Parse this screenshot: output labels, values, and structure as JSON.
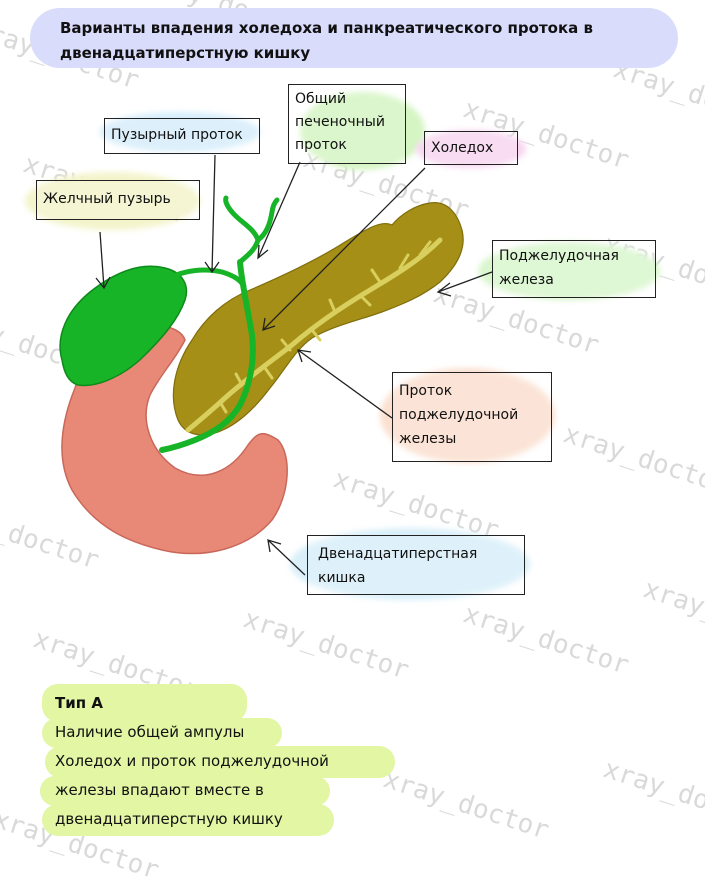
{
  "title": {
    "line1": "Варианты впадения холедоха и панкреатического протока в",
    "line2": "двенадцатиперстную кишку"
  },
  "watermark": "xray_doctor",
  "labels": {
    "cystic_duct": "Пузырный проток",
    "common_hepatic_duct": {
      "line1": "Общий",
      "line2": "печеночный",
      "line3": "проток"
    },
    "choledochus": "Холедох",
    "gallbladder": "Желчный пузырь",
    "pancreas": {
      "line1": "Поджелудочная",
      "line2": "железа"
    },
    "pancreatic_duct": {
      "line1": "Проток",
      "line2": "поджелудочной",
      "line3": "железы"
    },
    "duodenum": {
      "line1": "Двенадцатиперстная",
      "line2": "кишка"
    }
  },
  "note": {
    "title": "Тип А",
    "line1": "Наличие общей ампулы",
    "line2": " Холедох и проток поджелудочной",
    "line3": "железы впадают вместе в",
    "line4": "двенадцатиперстную кишку"
  },
  "colors": {
    "gallbladder": "#17b427",
    "duodenum": "#e88977",
    "pancreas": "#a58f16",
    "pancreatic_duct": "#d8cf5e",
    "title_highlight": "#d9dcfb",
    "note_highlight": "#e2f6a3"
  }
}
